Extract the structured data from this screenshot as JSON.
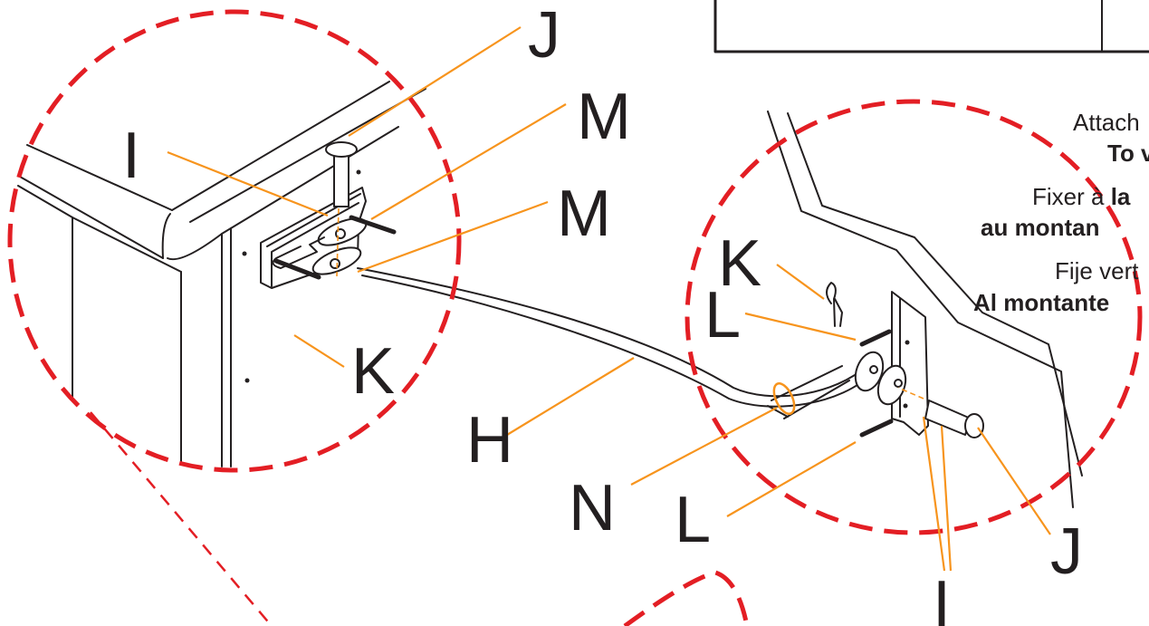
{
  "labels": {
    "J_top": "J",
    "M_top": "M",
    "M_mid": "M",
    "I_left": "I",
    "K_left": "K",
    "H": "H",
    "N": "N",
    "L_bottom": "L",
    "K_right": "K",
    "L_right": "L",
    "J_right": "J",
    "I_bottom": "I"
  },
  "notes": {
    "line1": "Attach",
    "line2": "To v",
    "line3a": "Fixer à ",
    "line3b": "la",
    "line4": "au montan",
    "line5": "Fije vert",
    "line6": "Al montante"
  },
  "colors": {
    "leader": "#f7941d",
    "detail_circle": "#e31e24",
    "ink": "#231f20"
  }
}
